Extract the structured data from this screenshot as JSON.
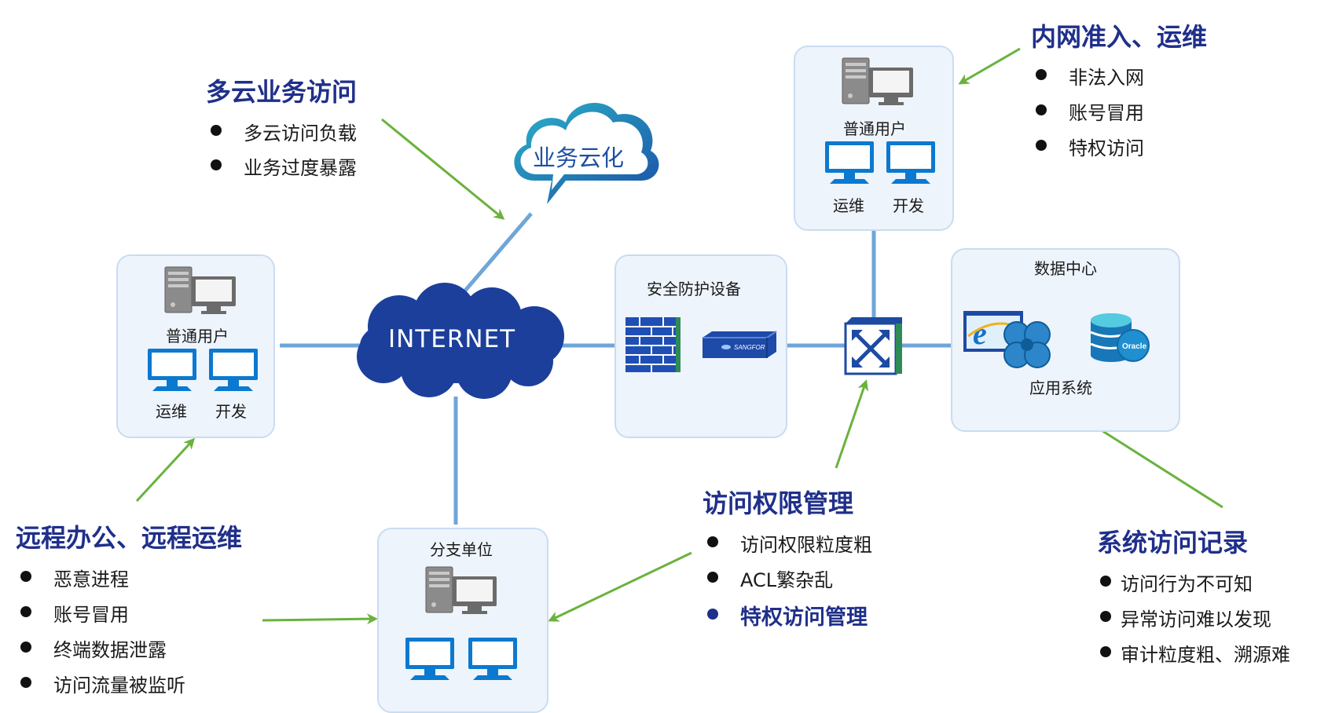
{
  "groups": {
    "left_user": {
      "title": "普通用户",
      "ops": "运维",
      "dev": "开发"
    },
    "top_user": {
      "title": "普通用户",
      "ops": "运维",
      "dev": "开发"
    },
    "security": {
      "title": "安全防护设备"
    },
    "datacenter": {
      "title": "数据中心",
      "apps": "应用系统"
    },
    "branch": {
      "title": "分支单位"
    }
  },
  "cloud_business": "业务云化",
  "internet": "INTERNET",
  "device_brand": "SANGFOR",
  "db_brand": "Oracle",
  "callouts": {
    "multicloud": {
      "title": "多云业务访问",
      "items": [
        "多云访问负载",
        "业务过度暴露"
      ]
    },
    "intranet": {
      "title": "内网准入、运维",
      "items": [
        "非法入网",
        "账号冒用",
        "特权访问"
      ]
    },
    "remote": {
      "title": "远程办公、远程运维",
      "items": [
        "恶意进程",
        "账号冒用",
        "终端数据泄露",
        "访问流量被监听"
      ]
    },
    "access": {
      "title": "访问权限管理",
      "items": [
        "访问权限粒度粗",
        "ACL繁杂乱",
        "特权访问管理"
      ]
    },
    "syslog": {
      "title": "系统访问记录",
      "items": [
        "访问行为不可知",
        "异常访问难以发现",
        "审计粒度粗、溯源难"
      ]
    }
  },
  "colors": {
    "heading": "#1f2f8a",
    "line": "#6fa6d8",
    "arrow": "#6ab23e",
    "box_bg": "#eef4fc",
    "box_border": "#c9dcf2"
  }
}
